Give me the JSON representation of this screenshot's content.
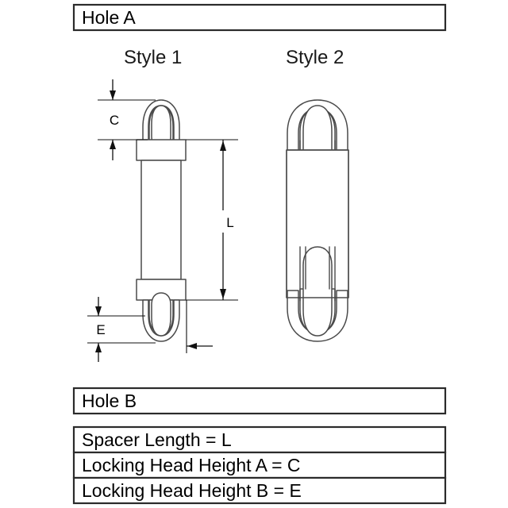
{
  "drawing": {
    "title_bar_a": "Hole A",
    "title_bar_b": "Hole B",
    "style_labels": {
      "style1": "Style 1",
      "style2": "Style 2"
    },
    "dimension_labels": {
      "c": "C",
      "l": "L",
      "e": "E"
    },
    "legend_rows": [
      "Spacer Length = L",
      "Locking Head Height A = C",
      "Locking Head Height B = E"
    ],
    "colors": {
      "stroke_box": "#2b2b2b",
      "stroke_part": "#4a4a4a",
      "stroke_dimension": "#111111",
      "background": "#ffffff",
      "text": "#000000"
    }
  }
}
